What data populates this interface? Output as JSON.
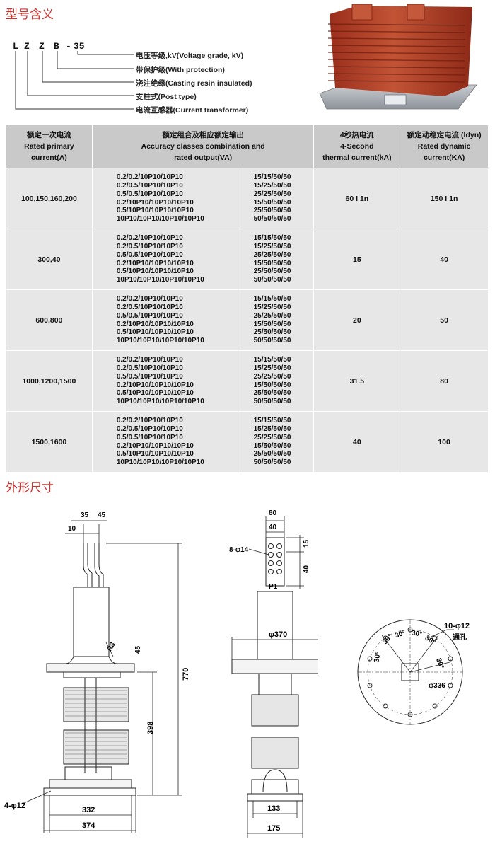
{
  "model_section": {
    "title": "型号含义",
    "code_letters": [
      "L",
      "Z",
      "Z",
      "B",
      "-",
      "35"
    ],
    "legend": [
      "电压等级,kV(Voltage grade, kV)",
      "带保护级(With protection)",
      "浇注绝缘(Casting resin insulated)",
      "支柱式(Post type)",
      "电流互感器(Current transformer)"
    ]
  },
  "table": {
    "headers": [
      [
        "额定一次电流",
        "Rated primary",
        "current(A)"
      ],
      [
        "额定组合及相应额定输出",
        "Accuracy classes combination and",
        "rated output(VA)"
      ],
      [
        "4秒热电流",
        "4-Second",
        "thermal current(kA)"
      ],
      [
        "额定动稳定电流 (Idyn)",
        "Rated dynamic",
        "current(KA)"
      ]
    ],
    "rows": [
      {
        "current": "100,150,160,200",
        "accuracy": [
          "0.2/0.2/10P10/10P10",
          "0.2/0.5/10P10/10P10",
          "0.5/0.5/10P10/10P10",
          "0.2/10P10/10P10/10P10",
          "0.5/10P10/10P10/10P10",
          "10P10/10P10/10P10/10P10"
        ],
        "output": [
          "15/15/50/50",
          "15/25/50/50",
          "25/25/50/50",
          "15/50/50/50",
          "25/50/50/50",
          "50/50/50/50"
        ],
        "thermal": "60 I 1n",
        "dynamic": "150 I 1n"
      },
      {
        "current": "300,40",
        "accuracy": [
          "0.2/0.2/10P10/10P10",
          "0.2/0.5/10P10/10P10",
          "0.5/0.5/10P10/10P10",
          "0.2/10P10/10P10/10P10",
          "0.5/10P10/10P10/10P10",
          "10P10/10P10/10P10/10P10"
        ],
        "output": [
          "15/15/50/50",
          "15/25/50/50",
          "25/25/50/50",
          "15/50/50/50",
          "25/50/50/50",
          "50/50/50/50"
        ],
        "thermal": "15",
        "dynamic": "40"
      },
      {
        "current": "600,800",
        "accuracy": [
          "0.2/0.2/10P10/10P10",
          "0.2/0.5/10P10/10P10",
          "0.5/0.5/10P10/10P10",
          "0.2/10P10/10P10/10P10",
          "0.5/10P10/10P10/10P10",
          "10P10/10P10/10P10/10P10"
        ],
        "output": [
          "15/15/50/50",
          "15/25/50/50",
          "25/25/50/50",
          "15/50/50/50",
          "25/50/50/50",
          "50/50/50/50"
        ],
        "thermal": "20",
        "dynamic": "50"
      },
      {
        "current": "1000,1200,1500",
        "accuracy": [
          "0.2/0.2/10P10/10P10",
          "0.2/0.5/10P10/10P10",
          "0.5/0.5/10P10/10P10",
          "0.2/10P10/10P10/10P10",
          "0.5/10P10/10P10/10P10",
          "10P10/10P10/10P10/10P10"
        ],
        "output": [
          "15/15/50/50",
          "15/25/50/50",
          "25/25/50/50",
          "15/50/50/50",
          "25/50/50/50",
          "50/50/50/50"
        ],
        "thermal": "31.5",
        "dynamic": "80"
      },
      {
        "current": "1500,1600",
        "accuracy": [
          "0.2/0.2/10P10/10P10",
          "0.2/0.5/10P10/10P10",
          "0.5/0.5/10P10/10P10",
          "0.2/10P10/10P10/10P10",
          "0.5/10P10/10P10/10P10",
          "10P10/10P10/10P10/10P10"
        ],
        "output": [
          "15/15/50/50",
          "15/25/50/50",
          "25/25/50/50",
          "15/50/50/50",
          "25/50/50/50",
          "50/50/50/50"
        ],
        "thermal": "40",
        "dynamic": "100"
      }
    ]
  },
  "dimensions_section": {
    "title": "外形尺寸",
    "front_view": {
      "dim_35": "35",
      "dim_45": "45",
      "dim_10": "10",
      "dim_r8": "R8",
      "dim_45b": "45",
      "dim_770": "770",
      "dim_398": "398",
      "dim_4phi12": "4-φ12",
      "dim_332": "332",
      "dim_374": "374"
    },
    "side_view": {
      "dim_80": "80",
      "dim_40": "40",
      "dim_15": "15",
      "dim_40b": "40",
      "dim_8phi14": "8-φ14",
      "label_p1": "P1",
      "dim_phi370": "φ370",
      "dim_133": "133",
      "dim_175": "175"
    },
    "top_view": {
      "dim_10phi12": "10-φ12",
      "label_through_hole": "通孔",
      "dim_phi336": "φ336",
      "angle": "30°"
    }
  },
  "colors": {
    "heading_red": "#d0312d",
    "product_body": "#b5442c",
    "header_gray": "#c9c9c9",
    "cell_gray": "#e7e7e7"
  }
}
